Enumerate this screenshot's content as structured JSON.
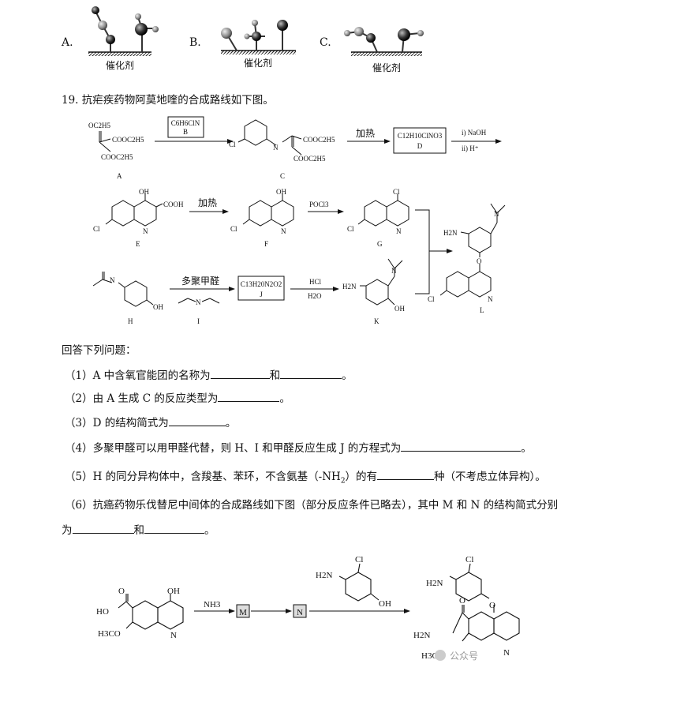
{
  "options": [
    "A.",
    "B.",
    "C."
  ],
  "catalyst_label": "催化剂",
  "question19_title": "19. 抗疟疾药物阿莫地喹的合成路线如下图。",
  "scheme": {
    "B_formula": "C6H6ClN",
    "B": "B",
    "C": "C",
    "A": "A",
    "D_formula": "C12H10ClNO3",
    "D": "D",
    "heat": "加热",
    "naoh": "i) NaOH",
    "h_plus": "ii) H⁺",
    "E": "E",
    "F": "F",
    "G": "G",
    "H": "H",
    "I": "I",
    "J": "J",
    "K": "K",
    "L": "L",
    "pocl3": "POCl3",
    "paraformaldehyde": "多聚甲醛",
    "J_formula": "C13H20N2O2",
    "hcl": "HCl",
    "h2o": "H2O",
    "OC2H5": "OC2H5",
    "COOC2H5": "COOC2H5",
    "OH": "OH",
    "COOH": "COOH",
    "Cl": "Cl",
    "N": "N",
    "H2N": "H2N",
    "NH": "N",
    "O": "O"
  },
  "answer_intro": "回答下列问题：",
  "questions": {
    "q1_a": "（1）A 中含氧官能团的名称为",
    "q1_b": "和",
    "q1_c": "。",
    "q2_a": "（2）由 A 生成 C 的反应类型为",
    "q2_b": "。",
    "q3_a": "（3）D 的结构简式为",
    "q3_b": "。",
    "q4_a": "（4）多聚甲醛可以用甲醛代替，则 H、I 和甲醛反应生成 J 的方程式为",
    "q4_b": "。",
    "q5_a": "（5）H 的同分异构体中，含羧基、苯环，不含氨基（-NH",
    "q5_sub": "2",
    "q5_b": "）的有",
    "q5_c": "种（不考虑立体异构）。",
    "q6_a": "（6）抗癌药物乐伐替尼中间体的合成路线如下图（部分反应条件已略去），其中 M 和 N 的结构简式分别",
    "q6_b": "为",
    "q6_c": "和",
    "q6_d": "。"
  },
  "scheme2": {
    "nh3": "NH3",
    "M": "M",
    "N": "N",
    "HO": "HO",
    "OH": "OH",
    "H3CO": "H3CO",
    "H2N": "H2N",
    "Cl": "Cl",
    "O": "O",
    "ring_N": "N"
  },
  "watermark": "公众号"
}
